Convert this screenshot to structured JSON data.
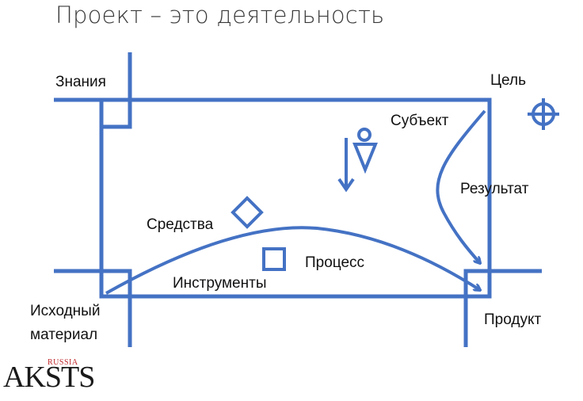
{
  "slide": {
    "title": "Проект – это деятельность"
  },
  "labels": {
    "knowledge": "Знания",
    "goal": "Цель",
    "subject": "Субъект",
    "result": "Результат",
    "means": "Средства",
    "process": "Процесс",
    "tools": "Инструменты",
    "source_line1": "Исходный",
    "source_line2": "материал",
    "product": "Продукт"
  },
  "logo": {
    "text": "AKSTS",
    "subtext": "RUSSIA"
  },
  "colors": {
    "diagram_blue": "#4472C4",
    "title_gray": "#3a3a3a",
    "logo_red": "#c0262b"
  },
  "icons": [
    "target-crosshair-icon",
    "person-subject-icon",
    "diamond-means-icon",
    "square-tools-icon",
    "down-arrow-icon"
  ]
}
